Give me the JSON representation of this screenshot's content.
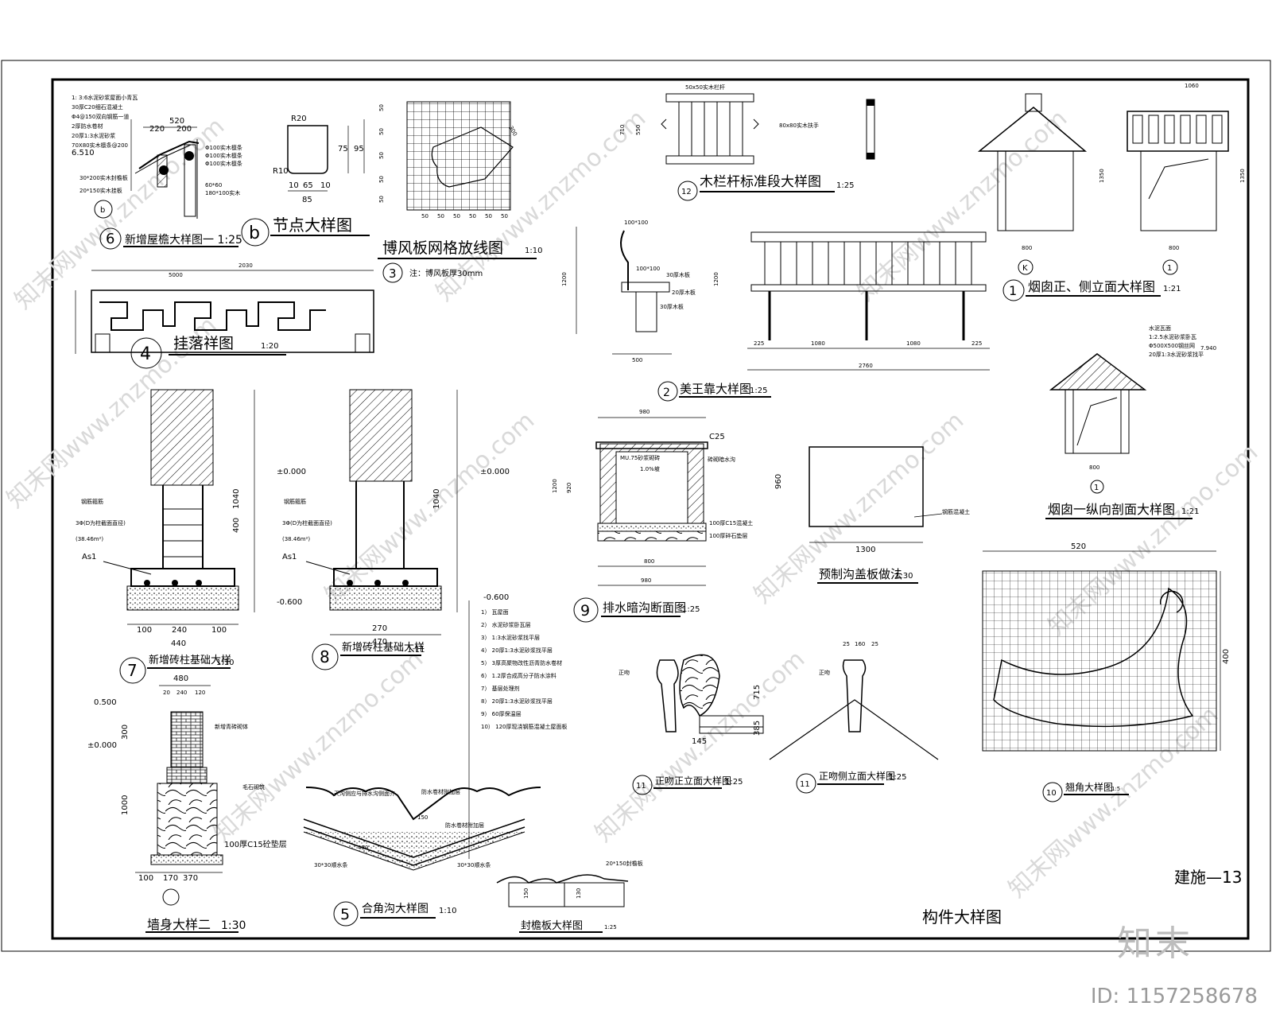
{
  "sheet": {
    "drawing_number": "建施—13",
    "drawing_title": "构件大样图"
  },
  "details": {
    "d6_title": "新增屋檐大样图一 1:25",
    "d6_num": "6",
    "db_title": "节点大样图",
    "db_num": "b",
    "d3_title": "博风板网格放线图",
    "d3_scale": "1:10",
    "d3_num": "3",
    "d3_note": "注：博风板厚30mm",
    "d4_title": "挂落祥图",
    "d4_scale": "1:20",
    "d4_num": "4",
    "d12_title": "木栏杆标准段大样图",
    "d12_scale": "1:25",
    "d12_num": "12",
    "d2_title": "美王靠大样图",
    "d2_scale": "1:25",
    "d2_num": "2",
    "d1_title": "烟囱正、侧立面大样图",
    "d1_scale": "1:21",
    "d1_num": "1",
    "d1b_title": "烟囱一纵向剖面大样图",
    "d1b_scale": "1:21",
    "d7_title": "新增砖柱基础大样",
    "d7_scale": "1:10",
    "d7_num": "7",
    "d8_title": "新增砖柱基础大样",
    "d8_scale": "1:11",
    "d8_num": "8",
    "d9_title": "排水暗沟断面图",
    "d9_scale": "1:25",
    "d9_num": "9",
    "dpre_title": "预制沟盖板做法",
    "dpre_scale": "1:30",
    "d10_title": "翘角大样图",
    "d10_scale": "1:5",
    "d10_num": "10",
    "d11a_title": "正吻正立面大样图",
    "d11a_scale": "1:25",
    "d11b_title": "正吻侧立面大样图",
    "d11b_scale": "1:25",
    "d11_num": "11",
    "d5_title": "合角沟大样图",
    "d5_scale": "1:10",
    "d5_num": "5",
    "dwall_title": "墙身大样二",
    "dwall_scale": "1:30",
    "deave_title": "封檐板大样图",
    "deave_scale": "1:25"
  },
  "dimensions": {
    "d4_top": "2030",
    "d4_left": "5000",
    "d12_h1": "710",
    "d12_h2": "550",
    "d12_top": "50x50实木栏杆",
    "d12_rail": "80x80实木扶手",
    "db_r20": "R20",
    "db_r10": "R10",
    "db_75": "75",
    "db_95": "95",
    "db_65": "65",
    "db_85": "85",
    "db_10": "10",
    "d3_50": "50",
    "d6_520": "520",
    "d6_220": "220",
    "d6_200": "200",
    "d6_elev": "6.510",
    "d2_w": "500",
    "d2_h": "1200",
    "d2_top": "100*100",
    "d2_span1": "1080",
    "d2_span2": "1080",
    "d2_total": "2760",
    "d2_e1": "225",
    "d2_e2": "225",
    "d1_w1": "1060",
    "d1_800a": "800",
    "d1_800b": "800",
    "d1_1350": "1350",
    "d1_elev": "7.940",
    "d7_440": "440",
    "d7_240": "240",
    "d7_100": "100",
    "d7_1040": "1040",
    "d7_400": "400",
    "d7_pm": "±0.000",
    "d7_neg": "-0.600",
    "d7_as1": "As1",
    "d8_470": "470",
    "d8_270": "270",
    "d8_pm": "±0.000",
    "d9_980a": "980",
    "d9_980b": "980",
    "d9_800": "800",
    "d9_1200": "1200",
    "d9_920": "920",
    "d9_c25": "C25",
    "d9_mu": "MU.75砂浆砌砖",
    "d9_slope": "1.0%坡",
    "d9_c15": "100厚C15混凝土",
    "dpre_1300": "1300",
    "dpre_960": "960",
    "d10_520": "520",
    "d10_400": "400",
    "d10_715": "715",
    "d10_385": "385",
    "d11_25": "25",
    "d11_160": "160",
    "d11_145": "145",
    "d11_zw": "正吻",
    "dwall_480": "480",
    "dwall_20": "20",
    "dwall_240": "240",
    "dwall_120": "120",
    "dwall_500": "0.500",
    "dwall_pm": "±0.000",
    "dwall_1000": "1000",
    "dwall_300": "300",
    "dwall_100": "100",
    "dwall_170": "170",
    "dwall_370": "370",
    "dwall_c15": "100厚C15砼垫层",
    "dwall_stone": "毛石砌筑",
    "dwall_brick": "新增青砖砌体",
    "d5_150": "150",
    "d5_450": "450",
    "d5_3030a": "30*30顺水条",
    "d5_3030b": "30*30顺水条",
    "deave_150": "150",
    "deave_130": "130",
    "deave_note": "20*150封檐板",
    "wall_neg": "-0.600"
  },
  "notes": {
    "layers": [
      "1） 瓦屋面",
      "2） 水泥砂浆卧瓦层",
      "3） 1:3水泥砂浆找平层",
      "4） 20厚1:3水泥砂浆找平层",
      "5） 3厚高聚物改性沥青防水卷材",
      "6） 1.2厚合成高分子防水涂料",
      "7） 基层处理剂",
      "8） 20厚1:3水泥砂浆找平层",
      "9） 60厚保温层",
      "10） 120厚现浇钢筋混凝土屋面板"
    ]
  },
  "watermark": {
    "text": "知末网www.znzmo.com",
    "brand": "知末",
    "id": "ID: 1157258678"
  }
}
